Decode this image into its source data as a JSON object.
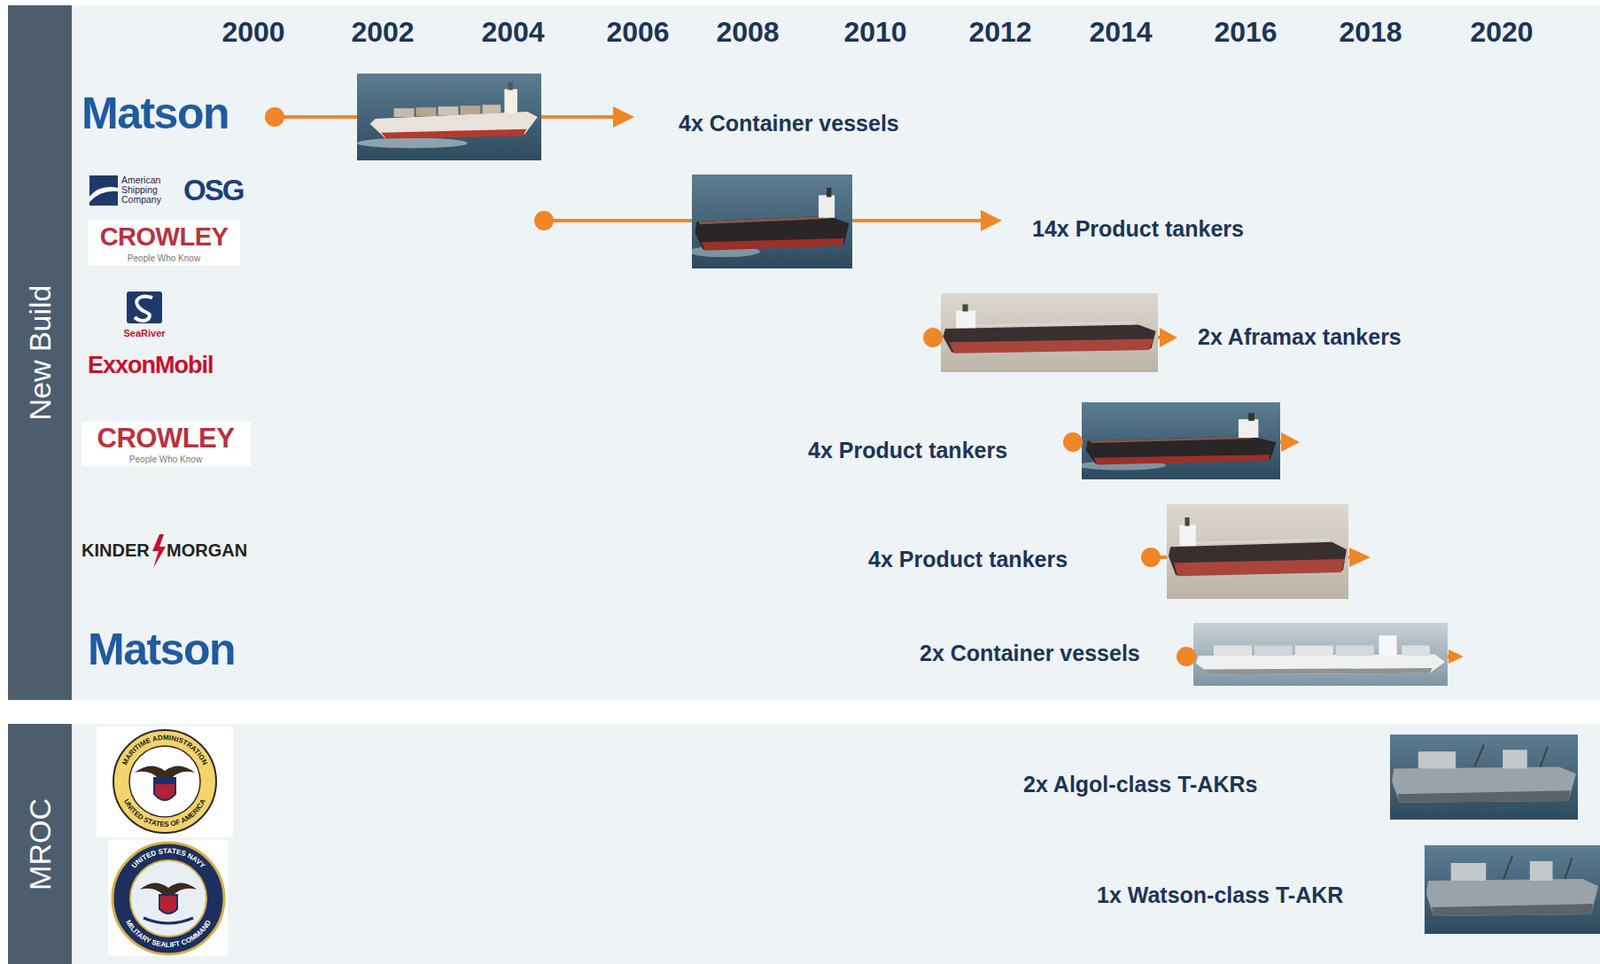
{
  "diagram": {
    "nodes": [
      {
        "text": [
          "New Build"
        ]
      },
      {
        "text": [
          "MROC"
        ]
      }
    ],
    "labels": [
      "2000",
      "2002",
      "2004",
      "2006",
      "2008",
      "2010",
      "2012",
      "2014",
      "2016",
      "2018",
      "2020",
      "Matson",
      "American Shipping Company",
      "OSG",
      "CROWLEY",
      "People Who Know",
      "SeaRiver",
      "ExxonMobil",
      "CROWLEY",
      "People Who Know",
      "KINDER",
      "MORGAN",
      "Matson",
      "4x Container vessels",
      "14x Product tankers",
      "2x Aframax tankers",
      "4x Product tankers",
      "4x Product tankers",
      "2x Container vessels",
      "2x Algol-class T-AKRs",
      "1x Watson-class T-AKR",
      "MARITIME ADMINISTRATION",
      "UNITED STATES OF AMERICA",
      "UNITED STATES NAVY",
      "MILITARY SEALIFT COMMAND"
    ]
  }
}
